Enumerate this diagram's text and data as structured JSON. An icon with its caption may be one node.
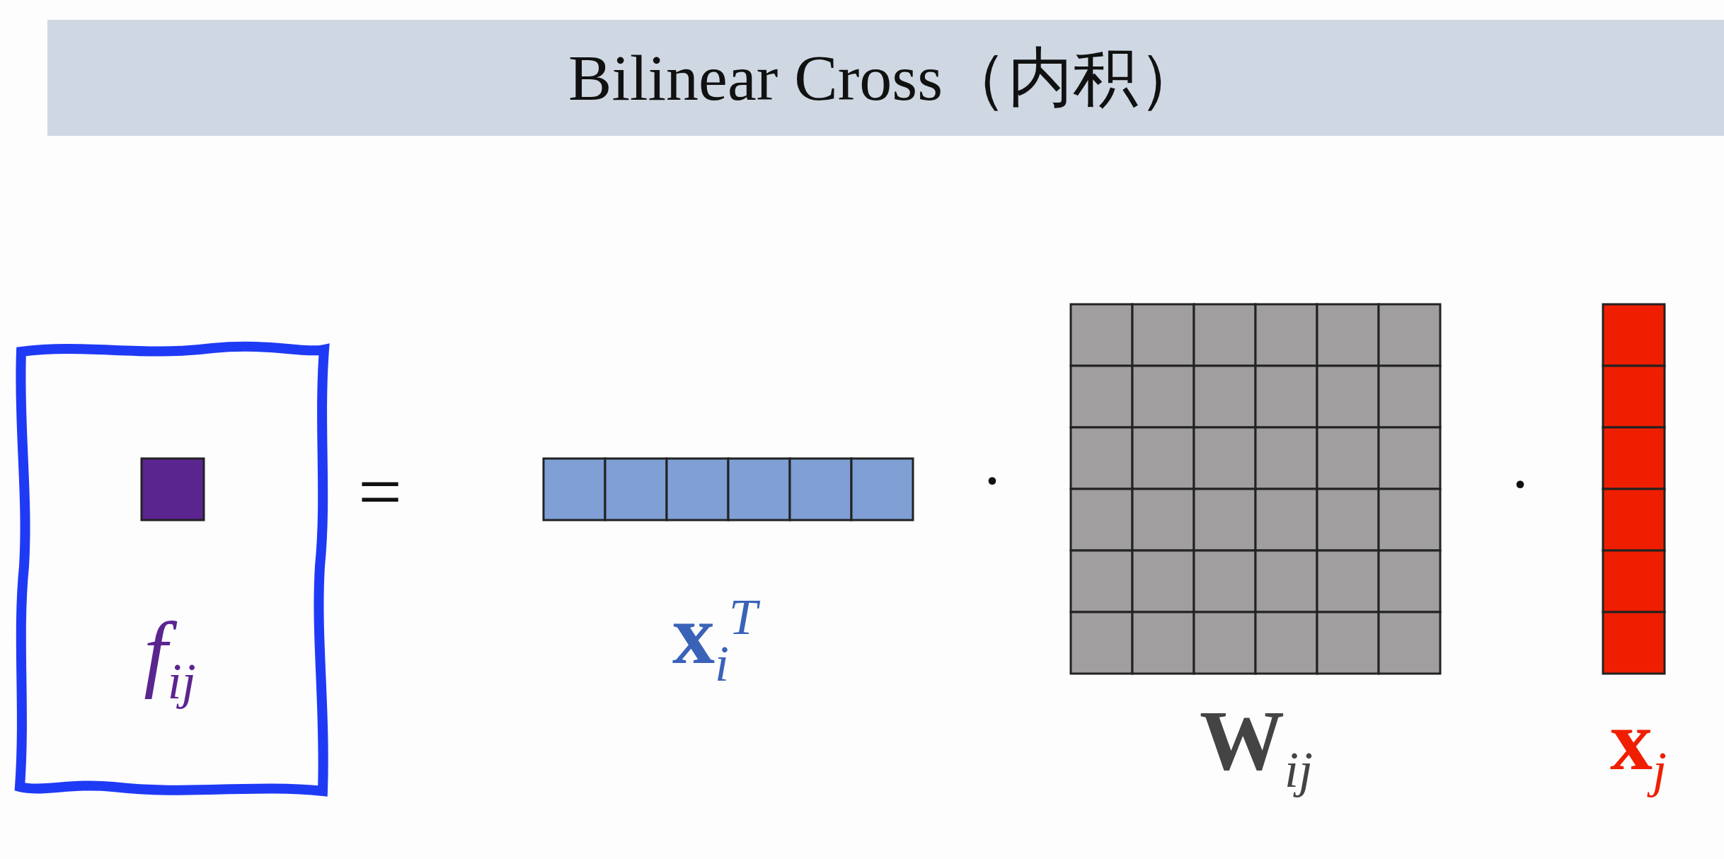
{
  "diagram": {
    "title": "Bilinear Cross（内积）",
    "labels": [
      "f$_{ij}$",
      "=",
      "**x**$_{i}$$^{T}$",
      "·",
      "**W**$_{ij}$",
      "·",
      "**x**$_{j}$"
    ]
  }
}
